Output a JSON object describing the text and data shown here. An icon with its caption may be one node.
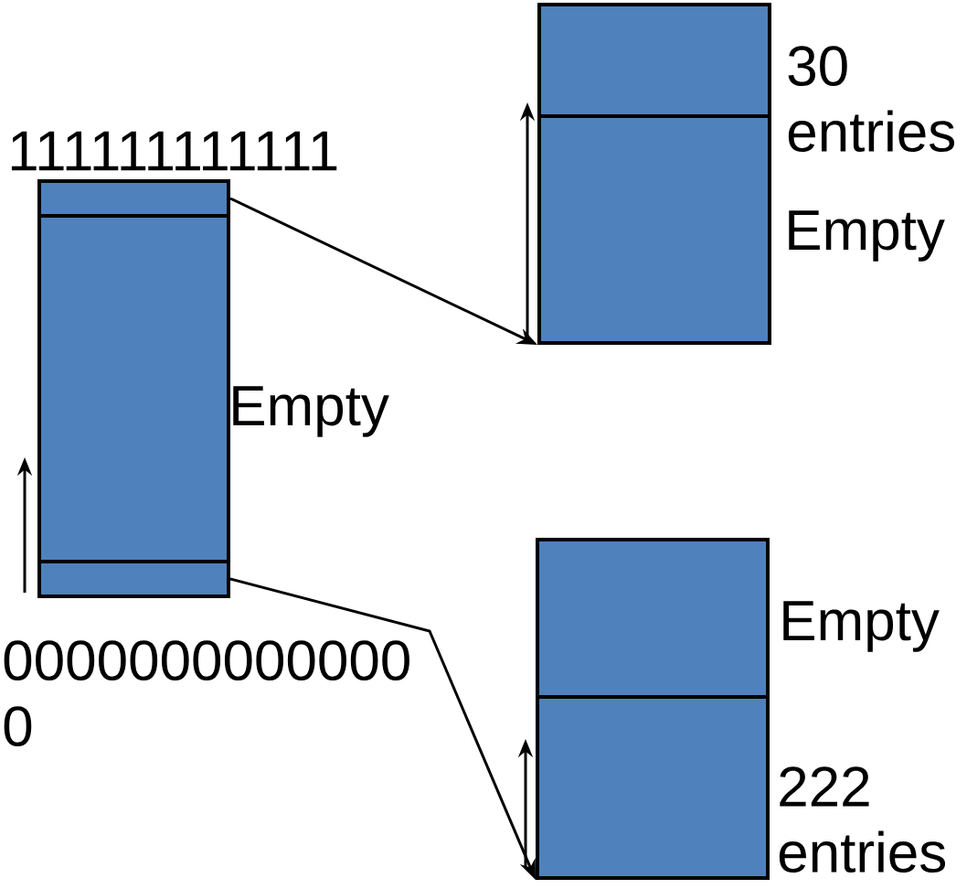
{
  "diagram": {
    "nodes": [
      {
        "text": [],
        "shape": "box",
        "beside": [
          "111111111111"
        ]
      },
      {
        "text": [],
        "shape": "box",
        "beside": [
          "Empty"
        ]
      },
      {
        "text": [],
        "shape": "box",
        "beside": [
          "0000000000000 0"
        ]
      },
      {
        "text": [],
        "shape": "box",
        "beside": [
          "30 entries"
        ]
      },
      {
        "text": [],
        "shape": "box",
        "beside": [
          "Empty"
        ]
      },
      {
        "text": [],
        "shape": "box",
        "beside": [
          "Empty"
        ]
      },
      {
        "text": [],
        "shape": "box",
        "beside": [
          "222 entries"
        ]
      }
    ],
    "edges": [
      {
        "from": 0,
        "to": 4,
        "arrow": "to"
      },
      {
        "from": 2,
        "to": 6,
        "arrow": "to"
      }
    ]
  }
}
